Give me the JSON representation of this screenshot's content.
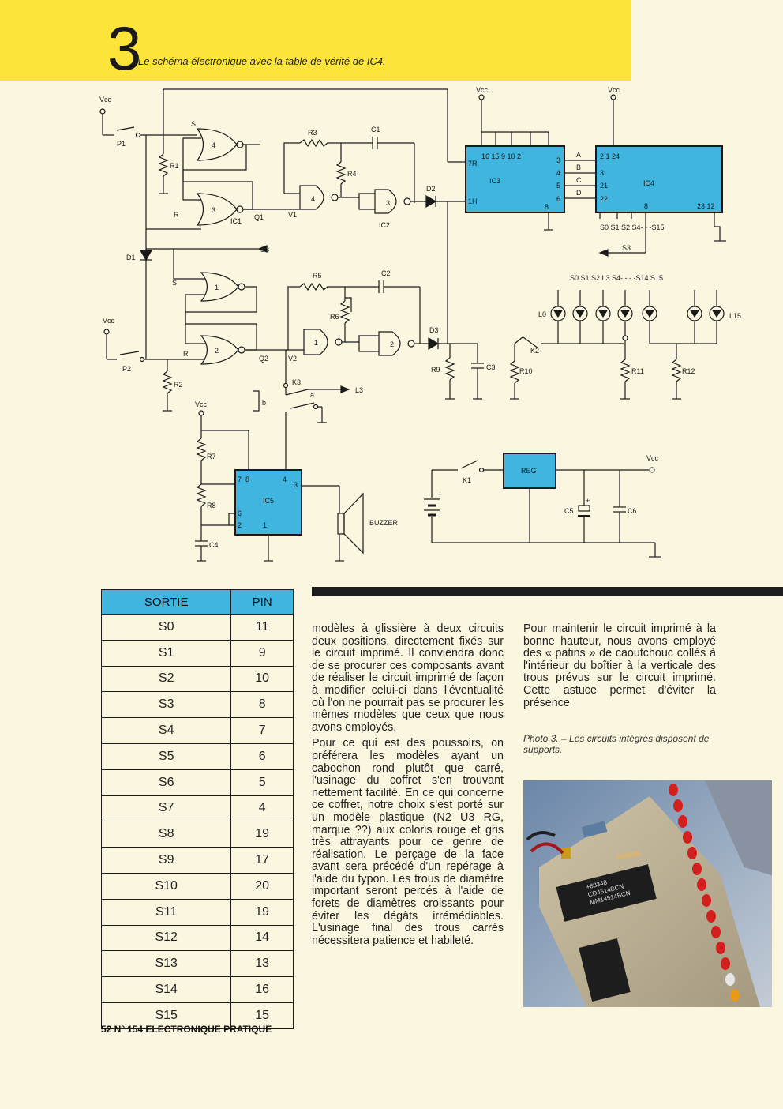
{
  "figure": {
    "number": "3",
    "caption": "Le schéma électronique avec la table de vérité de IC4."
  },
  "schematic": {
    "labels": {
      "vcc": "Vcc",
      "p1": "P1",
      "p2": "P2",
      "r1": "R1",
      "r2": "R2",
      "r3": "R3",
      "r4": "R4",
      "r5": "R5",
      "r6": "R6",
      "r7": "R7",
      "r8": "R8",
      "r9": "R9",
      "r10": "R10",
      "r11": "R11",
      "r12": "R12",
      "c1": "C1",
      "c2": "C2",
      "c3": "C3",
      "c4": "C4",
      "c5": "C5",
      "c6": "C6",
      "d1": "D1",
      "d2": "D2",
      "d3": "D3",
      "ic1": "IC1",
      "ic2": "IC2",
      "ic3": "IC3",
      "ic4": "IC4",
      "ic5": "IC5",
      "q1": "Q1",
      "q2": "Q2",
      "v1": "V1",
      "v2": "V2",
      "s3": "S3",
      "l3": "L3",
      "l0": "L0",
      "l15": "L15",
      "k1": "K1",
      "k2": "K2",
      "k3": "K3",
      "a": "a",
      "b": "b",
      "s": "S",
      "r": "R",
      "g1": "1",
      "g2": "2",
      "g3": "3",
      "g4": "4",
      "reg": "REG",
      "buzzer": "BUZZER",
      "a_line": "A",
      "b_line": "B",
      "c_line": "C",
      "d_line": "D",
      "ic3_pins_top": "16  15   9   10   2",
      "ic3_7r": "7R",
      "ic3_1h": "1H",
      "ic3_8": "8",
      "ic3_p3": "3",
      "ic3_p4": "4",
      "ic3_p5": "5",
      "ic3_p6": "6",
      "ic4_pins_top": "2   1   24",
      "ic4_p3": "3",
      "ic4_p21": "21",
      "ic4_p22": "22",
      "ic4_p8": "8",
      "ic4_p2312": "23 12",
      "ic4_outputs": "S0  S1  S2    S4- - -S15",
      "led_labels": "S0  S1  S2  L3   S4- - - -S14   S15",
      "ic5_7": "7",
      "ic5_8": "8",
      "ic5_4": "4",
      "ic5_3": "3",
      "ic5_6": "6",
      "ic5_2": "2",
      "ic5_1": "1"
    }
  },
  "table": {
    "headers": [
      "SORTIE",
      "PIN"
    ],
    "rows": [
      [
        "S0",
        "11"
      ],
      [
        "S1",
        "9"
      ],
      [
        "S2",
        "10"
      ],
      [
        "S3",
        "8"
      ],
      [
        "S4",
        "7"
      ],
      [
        "S5",
        "6"
      ],
      [
        "S6",
        "5"
      ],
      [
        "S7",
        "4"
      ],
      [
        "S8",
        "19"
      ],
      [
        "S9",
        "17"
      ],
      [
        "S10",
        "20"
      ],
      [
        "S11",
        "19"
      ],
      [
        "S12",
        "14"
      ],
      [
        "S13",
        "13"
      ],
      [
        "S14",
        "16"
      ],
      [
        "S15",
        "15"
      ]
    ]
  },
  "article": {
    "col1_p1": "modèles à glissière à deux circuits deux positions, directement fixés sur le circuit imprimé. Il conviendra donc de se procurer ces composants avant de réaliser le circuit imprimé de façon à modifier celui-ci dans l'éventualité où l'on ne pourrait pas se procurer les mêmes modèles que ceux que nous avons employés.",
    "col1_p2": "Pour ce qui est des poussoirs, on préférera les modèles ayant un cabochon rond plutôt que carré, l'usinage du coffret s'en trouvant nettement facilité. En ce qui concerne ce coffret, notre choix s'est porté sur un modèle plastique (N2 U3 RG, marque ??) aux coloris rouge et gris très attrayants pour ce genre de réalisation. Le perçage de la face avant sera précédé d'un repérage à l'aide du typon. Les trous de diamètre important seront percés à l'aide de forets de diamètres croissants pour éviter les dégâts irrémédiables. L'usinage final des trous carrés nécessitera patience et habileté.",
    "col2_p1": "Pour maintenir le circuit imprimé à la bonne hauteur, nous avons employé des « patins » de caoutchouc collés à l'intérieur du boîtier à la verticale des trous prévus sur le circuit imprimé. Cette astuce permet d'éviter la présence"
  },
  "photo": {
    "caption": "Photo 3. – Les circuits intégrés disposent de supports.",
    "chip_text_1": "+88348",
    "chip_text_2": "CD4514BCN",
    "chip_text_3": "MM14514BCN"
  },
  "footer": "52 Nº 154 ELECTRONIQUE PRATIQUE",
  "colors": {
    "banner": "#fde43a",
    "ic_fill": "#3fb5e0",
    "page": "#fbf6df"
  }
}
